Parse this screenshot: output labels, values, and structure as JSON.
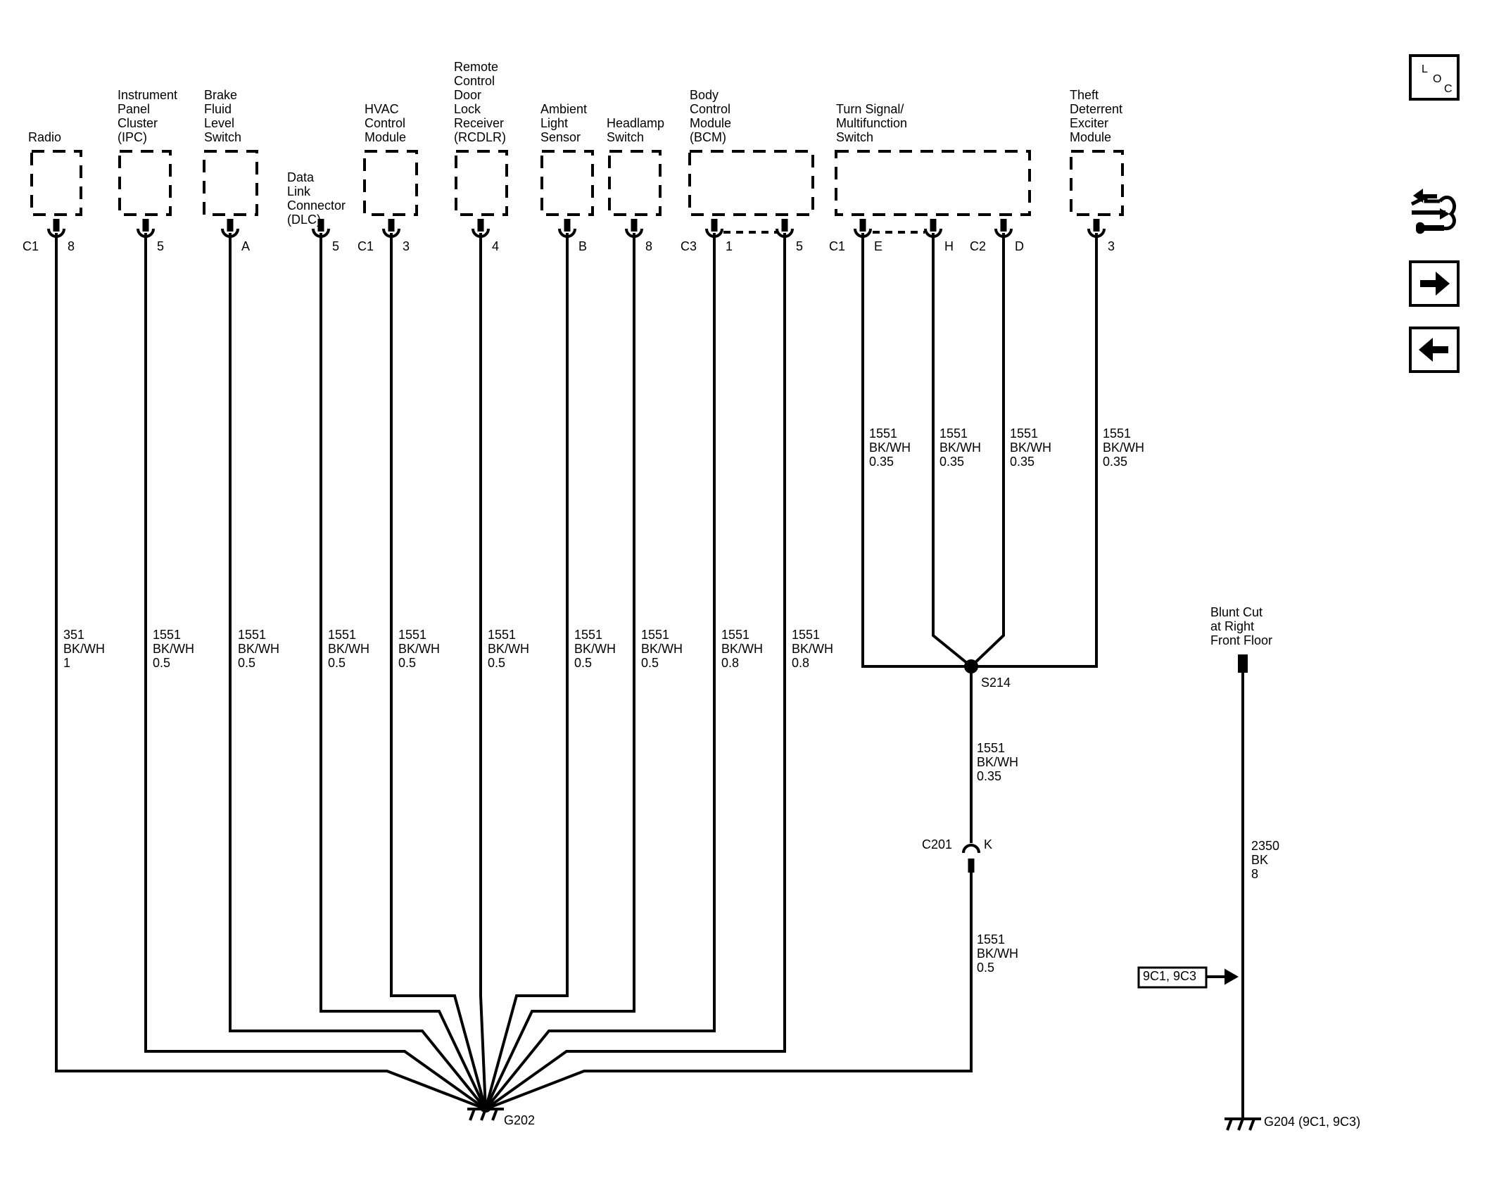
{
  "components": [
    {
      "id": "radio",
      "label": "Radio",
      "pins": [
        {
          "conn": "C1",
          "pin": "8"
        }
      ],
      "wires": [
        {
          "circuit": "351",
          "color": "BK/WH",
          "gauge": "1"
        }
      ]
    },
    {
      "id": "ipc",
      "label": "Instrument\nPanel\nCluster\n(IPC)",
      "pins": [
        {
          "conn": "",
          "pin": "5"
        }
      ],
      "wires": [
        {
          "circuit": "1551",
          "color": "BK/WH",
          "gauge": "0.5"
        }
      ]
    },
    {
      "id": "brake",
      "label": "Brake\nFluid\nLevel\nSwitch",
      "pins": [
        {
          "conn": "",
          "pin": "A"
        }
      ],
      "wires": [
        {
          "circuit": "1551",
          "color": "BK/WH",
          "gauge": "0.5"
        }
      ]
    },
    {
      "id": "dlc",
      "label": "Data\nLink\nConnector\n(DLC)",
      "pins": [
        {
          "conn": "",
          "pin": "5"
        }
      ],
      "wires": [
        {
          "circuit": "1551",
          "color": "BK/WH",
          "gauge": "0.5"
        }
      ]
    },
    {
      "id": "hvac",
      "label": "HVAC\nControl\nModule",
      "pins": [
        {
          "conn": "C1",
          "pin": "3"
        }
      ],
      "wires": [
        {
          "circuit": "1551",
          "color": "BK/WH",
          "gauge": "0.5"
        }
      ]
    },
    {
      "id": "rcdlr",
      "label": "Remote\nControl\nDoor\nLock\nReceiver\n(RCDLR)",
      "pins": [
        {
          "conn": "",
          "pin": "4"
        }
      ],
      "wires": [
        {
          "circuit": "1551",
          "color": "BK/WH",
          "gauge": "0.5"
        }
      ]
    },
    {
      "id": "ambient",
      "label": "Ambient\nLight\nSensor",
      "pins": [
        {
          "conn": "",
          "pin": "B"
        }
      ],
      "wires": [
        {
          "circuit": "1551",
          "color": "BK/WH",
          "gauge": "0.5"
        }
      ]
    },
    {
      "id": "headlamp",
      "label": "Headlamp\nSwitch",
      "pins": [
        {
          "conn": "",
          "pin": "8"
        }
      ],
      "wires": [
        {
          "circuit": "1551",
          "color": "BK/WH",
          "gauge": "0.5"
        }
      ]
    },
    {
      "id": "bcm",
      "label": "Body\nControl\nModule\n(BCM)",
      "pins": [
        {
          "conn": "C3",
          "pin": "1"
        },
        {
          "conn": "",
          "pin": "5"
        }
      ],
      "wires": [
        {
          "circuit": "1551",
          "color": "BK/WH",
          "gauge": "0.8"
        },
        {
          "circuit": "1551",
          "color": "BK/WH",
          "gauge": "0.8"
        }
      ]
    },
    {
      "id": "turn",
      "label": "Turn Signal/\nMultifunction\nSwitch",
      "pins": [
        {
          "conn": "C1",
          "pin": "E"
        },
        {
          "conn": "",
          "pin": "H"
        },
        {
          "conn": "C2",
          "pin": "D"
        }
      ],
      "wires": [
        {
          "circuit": "1551",
          "color": "BK/WH",
          "gauge": "0.35"
        },
        {
          "circuit": "1551",
          "color": "BK/WH",
          "gauge": "0.35"
        },
        {
          "circuit": "1551",
          "color": "BK/WH",
          "gauge": "0.35"
        }
      ]
    },
    {
      "id": "theft",
      "label": "Theft\nDeterrent\nExciter\nModule",
      "pins": [
        {
          "conn": "",
          "pin": "3"
        }
      ],
      "wires": [
        {
          "circuit": "1551",
          "color": "BK/WH",
          "gauge": "0.35"
        }
      ]
    }
  ],
  "splice": {
    "label": "S214"
  },
  "splice_wire": {
    "circuit": "1551",
    "color": "BK/WH",
    "gauge": "0.35"
  },
  "connector_c201": {
    "conn": "C201",
    "pin": "K"
  },
  "lower_wire": {
    "circuit": "1551",
    "color": "BK/WH",
    "gauge": "0.5"
  },
  "ground_g202": "G202",
  "blunt_cut": "Blunt Cut\nat Right\nFront Floor",
  "g204_wire": {
    "circuit": "2350",
    "color": "BK",
    "gauge": "8"
  },
  "ref_box": "9C1, 9C3",
  "ground_g204": "G204 (9C1, 9C3)",
  "loc_button": {
    "l": "L",
    "o": "O",
    "c": "C"
  }
}
